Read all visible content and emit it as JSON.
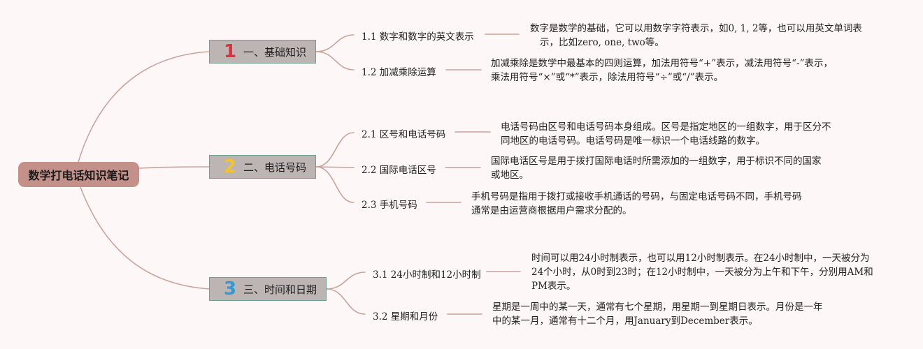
{
  "root": {
    "title": "数学打电话知识笔记"
  },
  "colors": {
    "link": "#c9a49b",
    "root_fill": "#c39189",
    "branch_fill": "#bdb5b3",
    "branch_border": "#6f9e90",
    "badge1": "#e03040",
    "badge2": "#f2c230",
    "badge3": "#2f9ad8"
  },
  "branches": [
    {
      "badge": "1",
      "badge_icon": "number-one-icon",
      "title": "一、基础知识",
      "subs": [
        {
          "label": "1.1 数字和数字的英文表示",
          "detail_lines": [
            "数字是数学的基础，它可以用数字字符表示，如0, 1, 2等，也可以用英文单词表",
            "示，比如zero, one, two等。"
          ]
        },
        {
          "label": "1.2 加减乘除运算",
          "detail_lines": [
            "加减乘除是数学中最基本的四则运算，加法用符号“+”表示，减法用符号“-”表示，",
            "乘法用符号“×”或“*”表示，除法用符号“÷”或“/”表示。"
          ]
        }
      ]
    },
    {
      "badge": "2",
      "badge_icon": "number-two-icon",
      "title": "二、电话号码",
      "subs": [
        {
          "label": "2.1 区号和电话号码",
          "detail_lines": [
            "电话号码由区号和电话号码本身组成。区号是指定地区的一组数字，用于区分不",
            "同地区的电话号码。电话号码是唯一标识一个电话线路的数字。"
          ]
        },
        {
          "label": "2.2 国际电话区号",
          "detail_lines": [
            "国际电话区号是用于拨打国际电话时所需添加的一组数字，用于标识不同的国家",
            "或地区。"
          ]
        },
        {
          "label": "2.3 手机号码",
          "detail_lines": [
            "手机号码是指用于拨打或接收手机通话的号码，与固定电话号码不同，手机号码",
            "通常是由运营商根据用户需求分配的。"
          ]
        }
      ]
    },
    {
      "badge": "3",
      "badge_icon": "number-three-icon",
      "title": "三、时间和日期",
      "subs": [
        {
          "label": "3.1 24小时制和12小时制",
          "detail_lines": [
            "时间可以用24小时制表示，也可以用12小时制表示。在24小时制中，一天被分为",
            "24个小时，从0时到23时；在12小时制中，一天被分为上午和下午，分别用AM和",
            "PM表示。"
          ]
        },
        {
          "label": "3.2 星期和月份",
          "detail_lines": [
            "星期是一周中的某一天，通常有七个星期，用星期一到星期日表示。月份是一年",
            "中的某一月，通常有十二个月，用January到December表示。"
          ]
        }
      ]
    }
  ]
}
